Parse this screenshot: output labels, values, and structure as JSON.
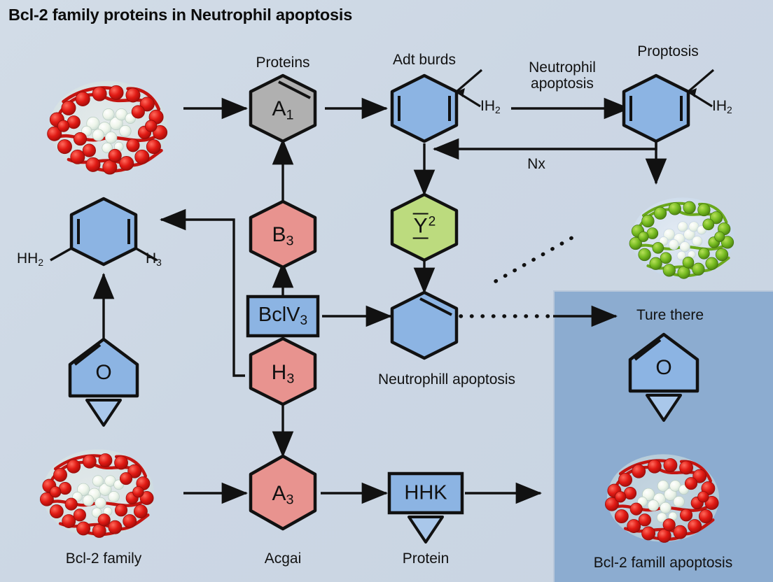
{
  "title": "Bcl-2 family proteins in Neutrophil apoptosis",
  "colors": {
    "background": "#ccd7e4",
    "panel": "#8cacd0",
    "hex_blue": "#8cb4e3",
    "hex_red": "#e8938f",
    "hex_gray": "#b0b0b0",
    "hex_green": "#bcdb7e",
    "box_blue": "#8cb4e3",
    "stroke": "#111111",
    "protein_red": "#d81f1f",
    "protein_green": "#7dbf2a"
  },
  "nodes": {
    "proteins_label": "Proteins",
    "a1": "A",
    "a1_sub": "1",
    "adt_burds_label": "Adt burds",
    "adt_side": "IH",
    "adt_side_sub": "2",
    "neutrophil_apoptosis_top_1": "Neutrophil",
    "neutrophil_apoptosis_top_2": "apoptosis",
    "proptosis_label": "Proptosis",
    "prop_side": "IH",
    "prop_side_sub": "2",
    "nx_label": "Nx",
    "b3": "B",
    "b3_sub": "3",
    "y2": "Y",
    "y2_sup": "2",
    "hh2_label": "HH",
    "hh2_sub": "2",
    "h3_label": "H",
    "h3_sub": "3",
    "o_left": "O",
    "bclv3": "BclV",
    "bclv3_sub": "3",
    "h3_hex": "H",
    "h3_hex_sub": "3",
    "neutrophill_apoptosis_label": "Neutrophill apoptosis",
    "a3": "A",
    "a3_sub": "3",
    "acgai_label": "Acgai",
    "hhk": "HHK",
    "protein_label": "Protein",
    "bcl2_family_label": "Bcl-2 family",
    "ture_there_label": "Ture there",
    "o_panel": "O",
    "bcl2_famill_apoptosis_label": "Bcl-2 famill apoptosis"
  },
  "chart_data": {
    "type": "diagram",
    "title": "Bcl-2 family proteins in Neutrophil apoptosis",
    "nodes": [
      {
        "id": "protein-red-top-left",
        "shape": "protein-ribbon",
        "color": "#d81f1f",
        "label": ""
      },
      {
        "id": "a1",
        "shape": "hexagon",
        "color": "#b0b0b0",
        "label": "A1",
        "caption": "Proteins"
      },
      {
        "id": "adt-burds",
        "shape": "hexagon",
        "color": "#8cb4e3",
        "label": "",
        "caption": "Adt burds",
        "side_label": "IH2"
      },
      {
        "id": "proptosis",
        "shape": "hexagon",
        "color": "#8cb4e3",
        "label": "",
        "caption": "Proptosis",
        "side_label": "IH2"
      },
      {
        "id": "protein-green",
        "shape": "protein-ribbon",
        "color": "#7dbf2a",
        "label": ""
      },
      {
        "id": "b3",
        "shape": "hexagon",
        "color": "#e8938f",
        "label": "B3"
      },
      {
        "id": "y2",
        "shape": "hexagon",
        "color": "#bcdb7e",
        "label": "Y2"
      },
      {
        "id": "benzene-left",
        "shape": "hexagon",
        "color": "#8cb4e3",
        "label": "",
        "side_labels": [
          "HH2",
          "H3"
        ]
      },
      {
        "id": "o-pentagon-left",
        "shape": "pentagon",
        "color": "#8cb4e3",
        "label": "O"
      },
      {
        "id": "bclv3",
        "shape": "rectangle",
        "color": "#8cb4e3",
        "label": "BclV3"
      },
      {
        "id": "h3",
        "shape": "hexagon",
        "color": "#e8938f",
        "label": "H3"
      },
      {
        "id": "neutrophill-apoptosis-hex",
        "shape": "hexagon",
        "color": "#8cb4e3",
        "label": "",
        "caption": "Neutrophill apoptosis"
      },
      {
        "id": "protein-red-bottom-left",
        "shape": "protein-ribbon",
        "color": "#d81f1f",
        "caption": "Bcl-2 family"
      },
      {
        "id": "a3",
        "shape": "hexagon",
        "color": "#e8938f",
        "label": "A3",
        "caption": "Acgai"
      },
      {
        "id": "hhk",
        "shape": "rectangle",
        "color": "#8cb4e3",
        "label": "HHK",
        "caption": "Protein"
      },
      {
        "id": "o-pentagon-panel",
        "shape": "pentagon",
        "color": "#8cb4e3",
        "label": "O"
      },
      {
        "id": "protein-red-panel",
        "shape": "protein-ribbon",
        "color": "#d81f1f",
        "caption": "Bcl-2 famill apoptosis"
      }
    ],
    "edges": [
      {
        "from": "protein-red-top-left",
        "to": "a1",
        "style": "solid-arrow"
      },
      {
        "from": "a1",
        "to": "adt-burds",
        "style": "solid-arrow"
      },
      {
        "from": "adt-burds",
        "to": "proptosis",
        "style": "solid-arrow",
        "label": "Neutrophil apoptosis"
      },
      {
        "from": "proptosis",
        "to": "adt-burds",
        "style": "solid-arrow",
        "label": "Nx"
      },
      {
        "from": "proptosis",
        "to": "protein-green",
        "style": "solid-arrow"
      },
      {
        "from": "adt-burds",
        "to": "y2",
        "style": "solid-arrow"
      },
      {
        "from": "y2",
        "to": "neutrophill-apoptosis-hex",
        "style": "solid-arrow"
      },
      {
        "from": "b3",
        "to": "a1",
        "style": "solid-arrow"
      },
      {
        "from": "bclv3",
        "to": "b3",
        "style": "solid-arrow"
      },
      {
        "from": "bclv3",
        "to": "neutrophill-apoptosis-hex",
        "style": "solid-arrow"
      },
      {
        "from": "h3",
        "to": "benzene-left",
        "style": "solid-arrow"
      },
      {
        "from": "h3",
        "to": "a3",
        "style": "solid-arrow"
      },
      {
        "from": "o-pentagon-left",
        "to": "benzene-left",
        "style": "solid-arrow"
      },
      {
        "from": "protein-red-bottom-left",
        "to": "a3",
        "style": "solid-arrow"
      },
      {
        "from": "a3",
        "to": "hhk",
        "style": "solid-arrow"
      },
      {
        "from": "hhk",
        "to": "protein-red-panel",
        "style": "solid-arrow"
      },
      {
        "from": "neutrophill-apoptosis-hex",
        "to": "ture-there",
        "style": "dotted-then-arrow"
      },
      {
        "from": "neutrophill-apoptosis-hex",
        "to": "protein-green",
        "style": "dotted-diagonal"
      }
    ]
  }
}
